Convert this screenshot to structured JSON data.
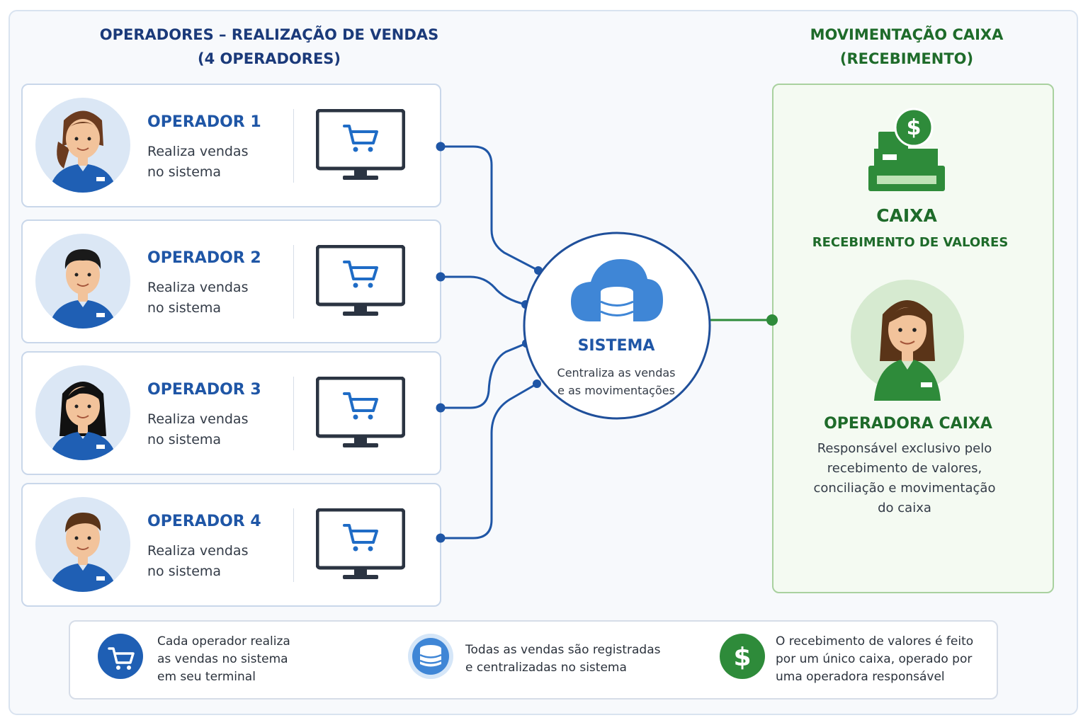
{
  "headers": {
    "left_line1": "OPERADORES – REALIZAÇÃO DE VENDAS",
    "left_line2": "(4 OPERADORES)",
    "right_line1": "MOVIMENTAÇÃO CAIXA",
    "right_line2": "(RECEBIMENTO)"
  },
  "operators": [
    {
      "name": "OPERADOR 1",
      "desc_line1": "Realiza vendas",
      "desc_line2": "no sistema"
    },
    {
      "name": "OPERADOR 2",
      "desc_line1": "Realiza vendas",
      "desc_line2": "no sistema"
    },
    {
      "name": "OPERADOR 3",
      "desc_line1": "Realiza vendas",
      "desc_line2": "no sistema"
    },
    {
      "name": "OPERADOR 4",
      "desc_line1": "Realiza vendas",
      "desc_line2": "no sistema"
    }
  ],
  "system": {
    "label": "SISTEMA",
    "desc_line1": "Centraliza as vendas",
    "desc_line2": "e as movimentações"
  },
  "caixa": {
    "title": "CAIXA",
    "subtitle": "RECEBIMENTO DE VALORES",
    "operator_name": "OPERADORA CAIXA",
    "operator_desc_line1": "Responsável exclusivo pelo",
    "operator_desc_line2": "recebimento de valores,",
    "operator_desc_line3": "conciliação e movimentação",
    "operator_desc_line4": "do caixa"
  },
  "legend": [
    {
      "icon": "cart-icon",
      "line1": "Cada operador realiza",
      "line2": "as vendas no sistema",
      "line3": "em seu terminal"
    },
    {
      "icon": "database-icon",
      "line1": "Todas as vendas são registradas",
      "line2": "e centralizadas no sistema"
    },
    {
      "icon": "dollar-icon",
      "line1": "O recebimento de valores é feito",
      "line2": "por um único caixa, operado por",
      "line3": "uma operadora responsável"
    }
  ],
  "colors": {
    "blue": "#1f56a6",
    "navy": "#1b3a7a",
    "green": "#1e6b2a",
    "green_bright": "#2e8b3a"
  }
}
